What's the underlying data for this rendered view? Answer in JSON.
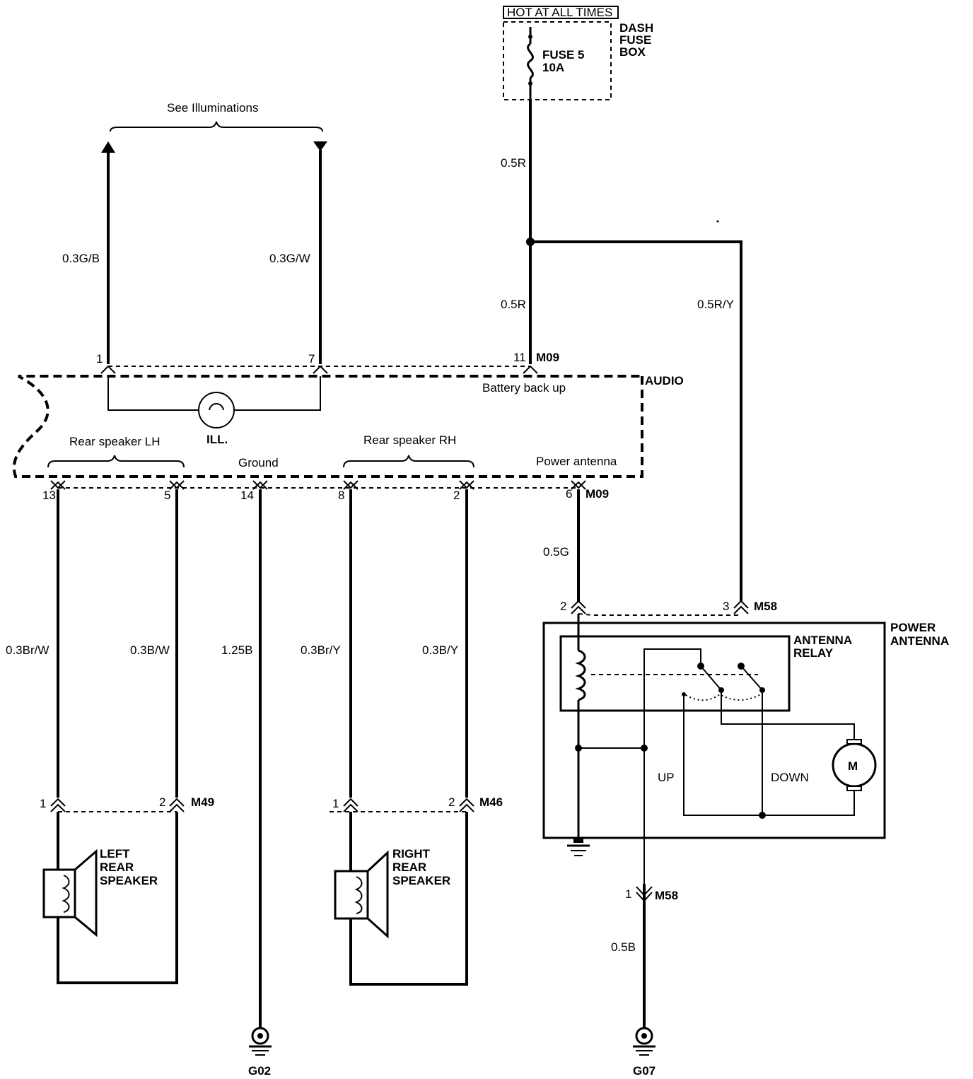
{
  "fuse_box": {
    "hot_label": "HOT AT ALL TIMES",
    "name_line1": "DASH",
    "name_line2": "FUSE",
    "name_line3": "BOX",
    "fuse_line1": "FUSE 5",
    "fuse_line2": "10A"
  },
  "illumination": {
    "label": "See Illuminations",
    "wire_left": "0.3G/B",
    "wire_right": "0.3G/W",
    "lamp_label": "ILL."
  },
  "battery": {
    "wire_upper": "0.5R",
    "wire_lower": "0.5R",
    "wire_antenna": "0.5R/Y"
  },
  "audio": {
    "name": "AUDIO",
    "battery_backup": "Battery back up",
    "rear_lh": "Rear speaker LH",
    "rear_rh": "Rear speaker RH",
    "ground": "Ground",
    "power_antenna": "Power antenna",
    "connector": "M09",
    "pins": {
      "p1": "1",
      "p7": "7",
      "p11": "11",
      "p13": "13",
      "p5": "5",
      "p14": "14",
      "p8": "8",
      "p2": "2",
      "p6": "6"
    }
  },
  "wires": {
    "lh_pos": "0.3Br/W",
    "lh_neg": "0.3B/W",
    "ground": "1.25B",
    "rh_pos": "0.3Br/Y",
    "rh_neg": "0.3B/Y",
    "antenna_signal": "0.5G",
    "antenna_ground": "0.5B"
  },
  "left_speaker": {
    "connector": "M49",
    "pin1": "1",
    "pin2": "2",
    "line1": "LEFT",
    "line2": "REAR",
    "line3": "SPEAKER"
  },
  "right_speaker": {
    "connector": "M46",
    "pin1": "1",
    "pin2": "2",
    "line1": "RIGHT",
    "line2": "REAR",
    "line3": "SPEAKER"
  },
  "power_antenna": {
    "name_line1": "POWER",
    "name_line2": "ANTENNA",
    "connector": "M58",
    "pin2": "2",
    "pin3": "3",
    "pin1": "1",
    "relay_line1": "ANTENNA",
    "relay_line2": "RELAY",
    "up": "UP",
    "down": "DOWN",
    "motor": "M"
  },
  "grounds": {
    "g02": "G02",
    "g07": "G07"
  }
}
